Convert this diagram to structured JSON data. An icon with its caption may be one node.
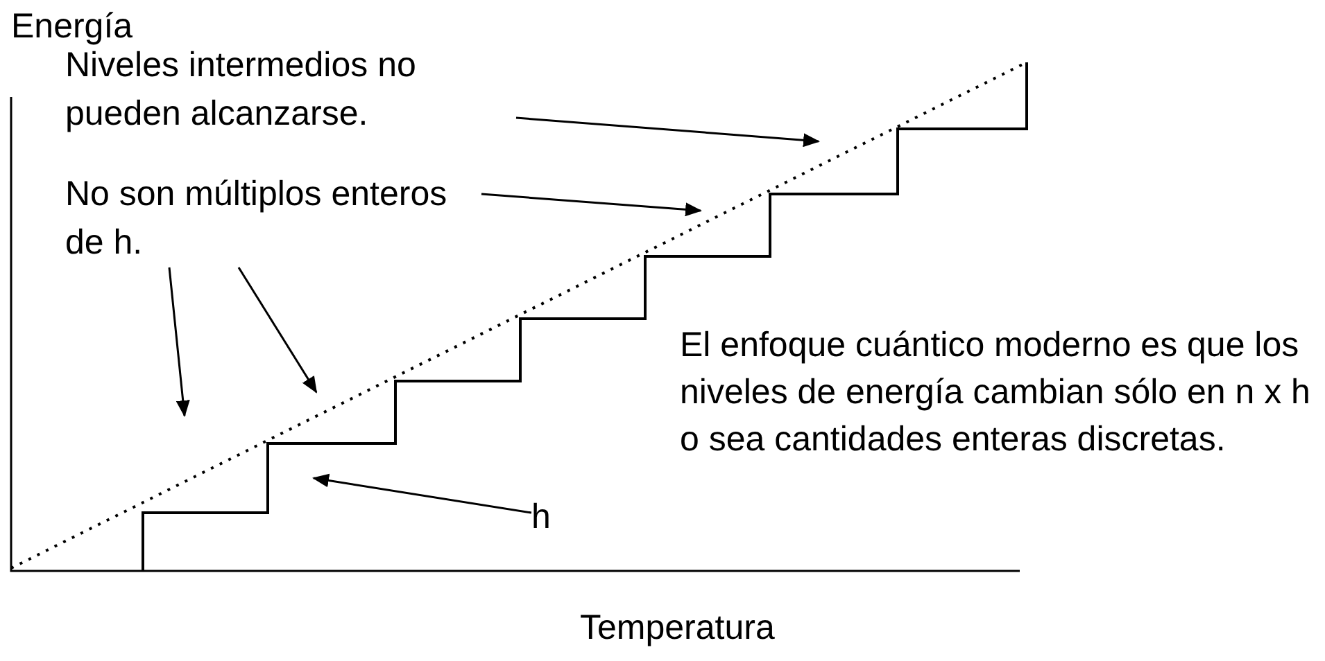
{
  "diagram": {
    "nodes": [
      {
        "text": [
          "Niveles intermedios no pueden alcanzarse."
        ]
      },
      {
        "text": [
          "No son múltiplos enteros de h."
        ]
      },
      {
        "text": [
          "h"
        ]
      }
    ],
    "edges": [
      {
        "from": 0,
        "to": null,
        "arrow": "to"
      },
      {
        "from": 1,
        "to": null,
        "arrow": "to"
      },
      {
        "from": 1,
        "to": null,
        "arrow": "to"
      },
      {
        "from": 1,
        "to": null,
        "arrow": "to"
      },
      {
        "from": 2,
        "to": null,
        "arrow": "to"
      }
    ],
    "labels": [
      "Energía",
      "El enfoque cuántico moderno es que los niveles de energía cambian sólo en n x h o sea cantidades enteras discretas.",
      "Temperatura"
    ]
  }
}
